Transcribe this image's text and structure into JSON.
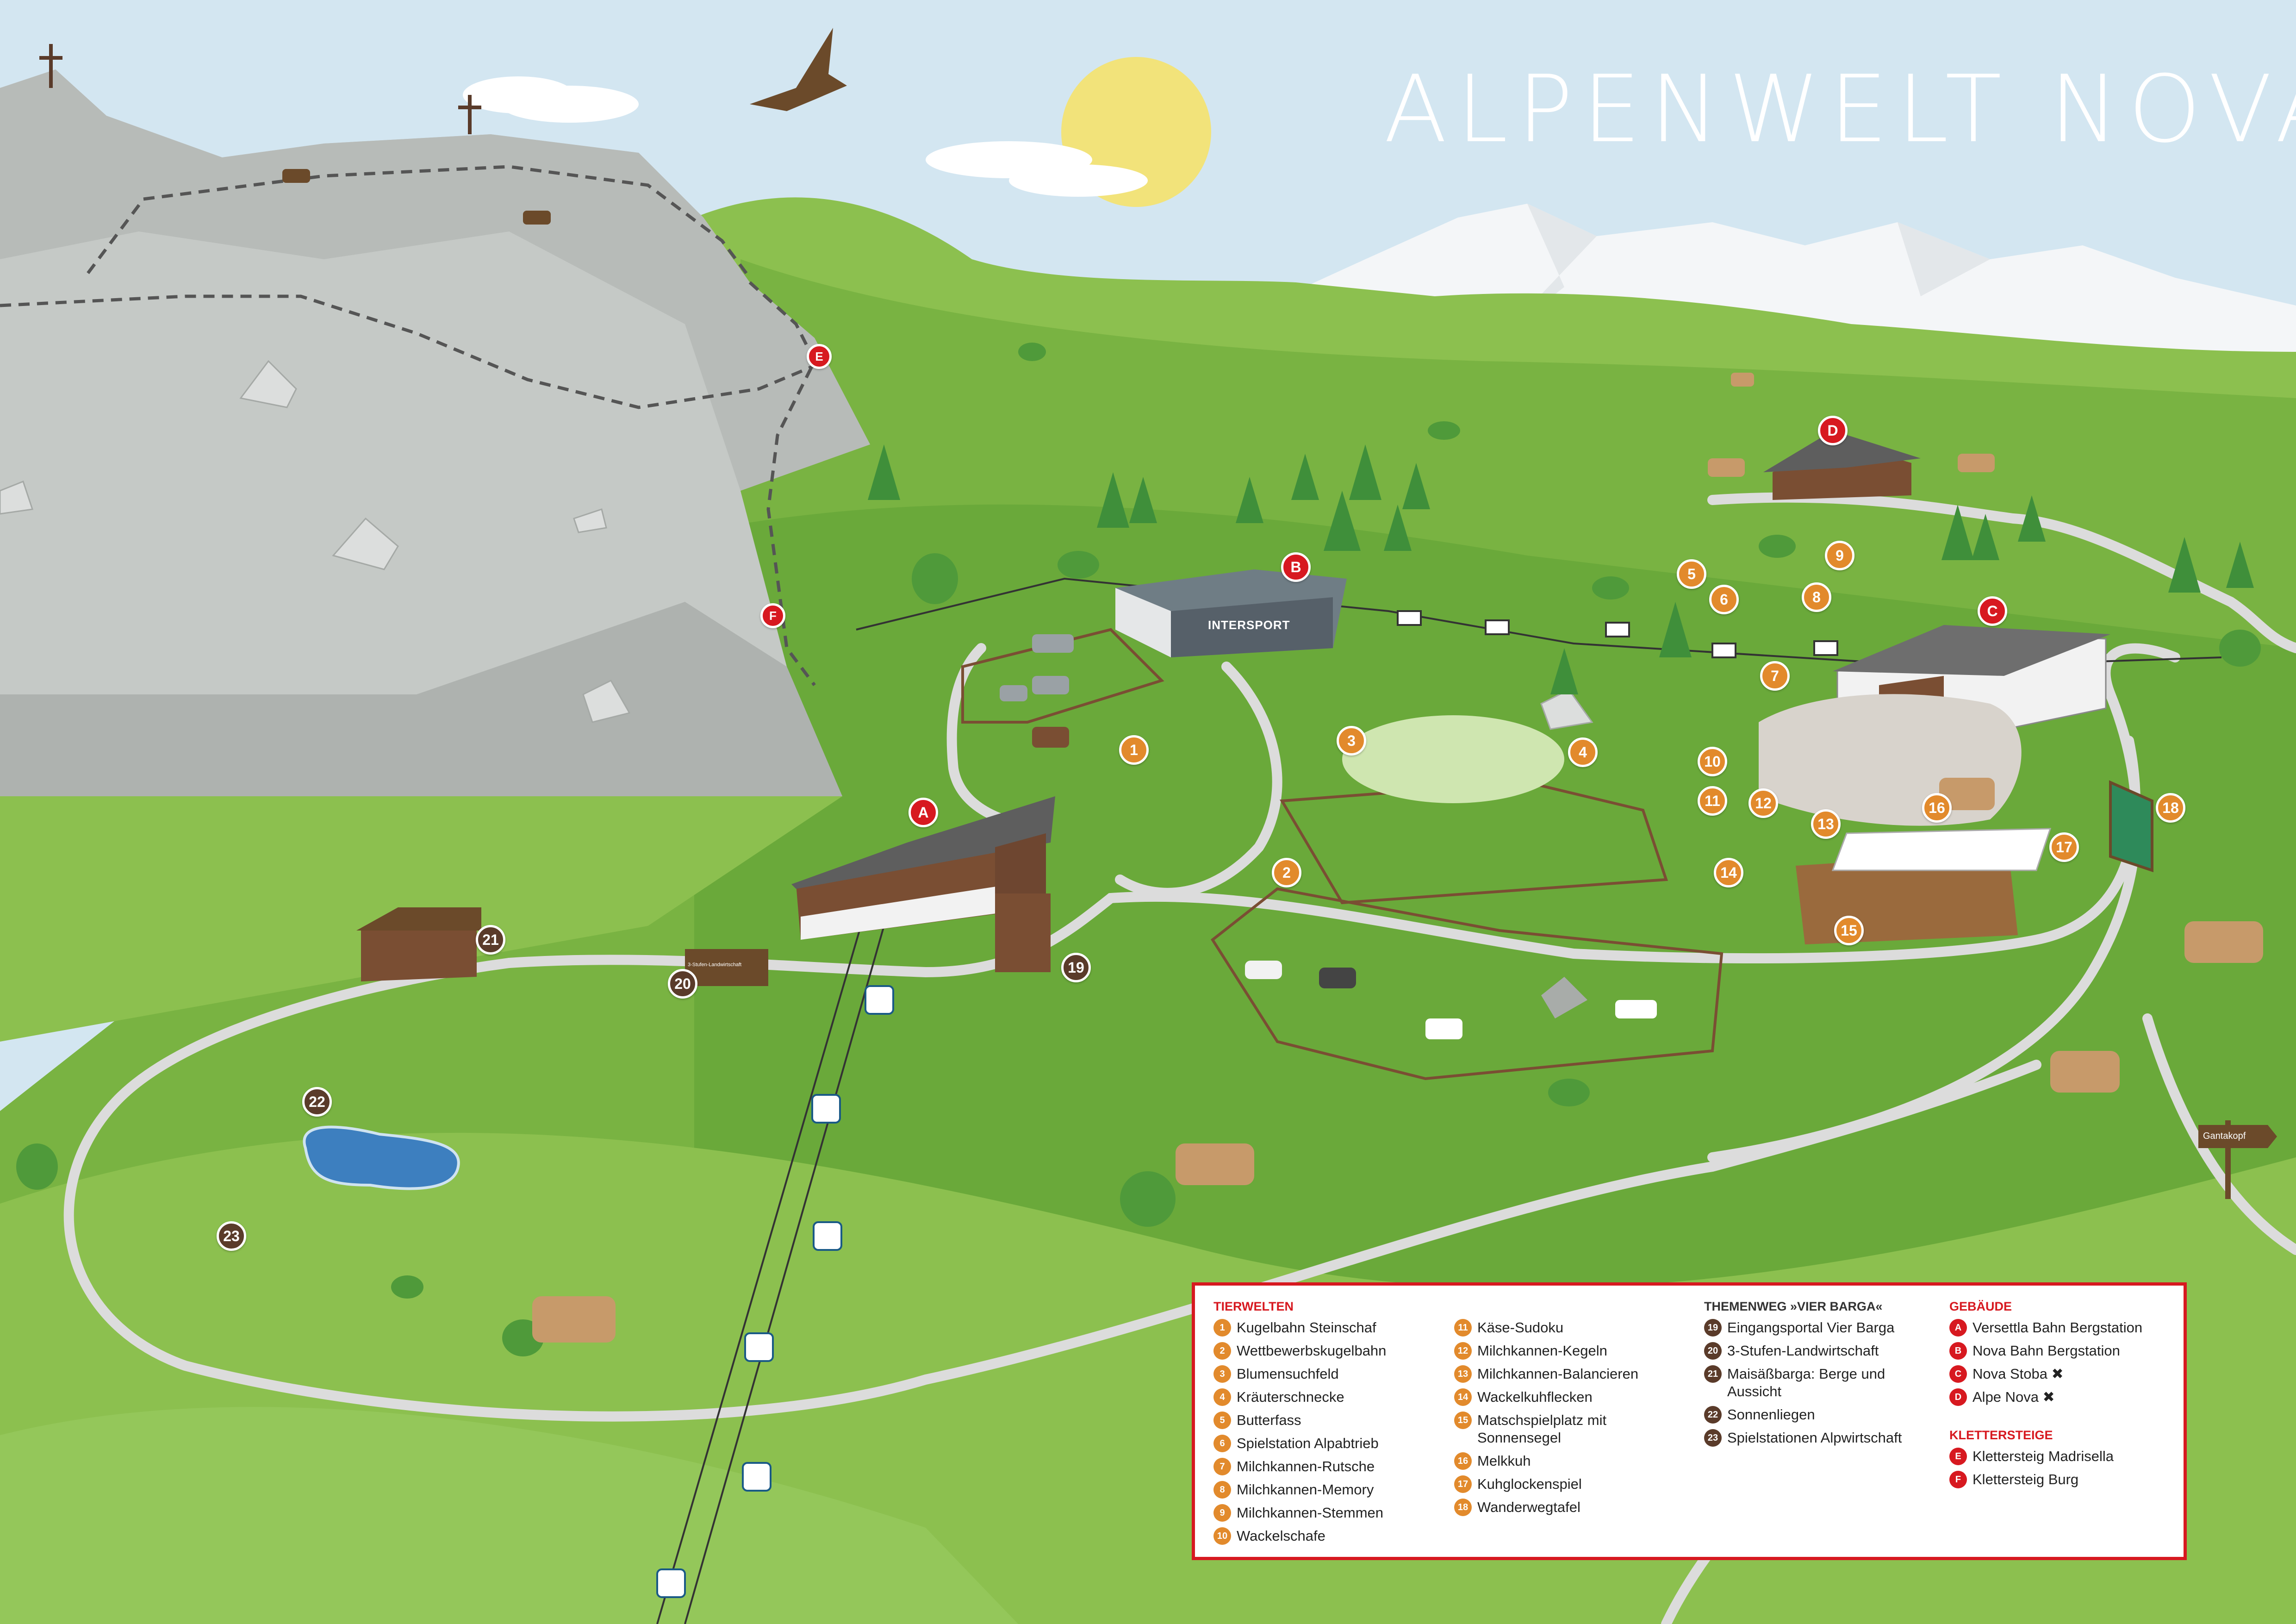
{
  "title": "ALPENWELT NOVA",
  "colors": {
    "sky": "#d3e6f1",
    "sun": "#f2e37a",
    "snow": "#f4f6f8",
    "rock": "#b8bcb9",
    "grass_light": "#8cc04f",
    "grass_mid": "#79b342",
    "grass_dark": "#5e9e2f",
    "path": "#dcdcdc",
    "orange_marker": "#e28a2c",
    "brown_marker": "#5a3b2a",
    "red_marker": "#d71920"
  },
  "map_labels": {
    "intersport": "INTERSPORT",
    "gantakopf": "Gantakopf",
    "sign_20": "3-Stufen-Landwirtschaft"
  },
  "markers": {
    "tierwelten": [
      "1",
      "2",
      "3",
      "4",
      "5",
      "6",
      "7",
      "8",
      "9",
      "10",
      "11",
      "12",
      "13",
      "14",
      "15",
      "16",
      "17",
      "18"
    ],
    "themenweg": [
      "19",
      "20",
      "21",
      "22",
      "23"
    ],
    "buildings": [
      "A",
      "B",
      "C",
      "D"
    ],
    "klettersteige": [
      "E",
      "F"
    ]
  },
  "legend": {
    "tierwelten_title": "TIERWELTEN",
    "tierwelten": [
      {
        "num": "1",
        "label": "Kugelbahn Steinschaf"
      },
      {
        "num": "2",
        "label": "Wettbewerbskugelbahn"
      },
      {
        "num": "3",
        "label": "Blumensuchfeld"
      },
      {
        "num": "4",
        "label": "Kräuterschnecke"
      },
      {
        "num": "5",
        "label": "Butterfass"
      },
      {
        "num": "6",
        "label": "Spielstation Alpabtrieb"
      },
      {
        "num": "7",
        "label": "Milchkannen-Rutsche"
      },
      {
        "num": "8",
        "label": "Milchkannen-Memory"
      },
      {
        "num": "9",
        "label": "Milchkannen-Stemmen"
      },
      {
        "num": "10",
        "label": "Wackelschafe"
      },
      {
        "num": "11",
        "label": "Käse-Sudoku"
      },
      {
        "num": "12",
        "label": "Milchkannen-Kegeln"
      },
      {
        "num": "13",
        "label": "Milchkannen-Balancieren"
      },
      {
        "num": "14",
        "label": "Wackelkuhflecken"
      },
      {
        "num": "15",
        "label": "Matschspielplatz mit Sonnensegel"
      },
      {
        "num": "16",
        "label": "Melkkuh"
      },
      {
        "num": "17",
        "label": "Kuhglockenspiel"
      },
      {
        "num": "18",
        "label": "Wanderwegtafel"
      }
    ],
    "themenweg_title": "THEMENWEG »VIER BARGA«",
    "themenweg": [
      {
        "num": "19",
        "label": "Eingangsportal Vier Barga"
      },
      {
        "num": "20",
        "label": "3-Stufen-Landwirtschaft"
      },
      {
        "num": "21",
        "label": "Maisäßbarga: Berge und Aussicht"
      },
      {
        "num": "22",
        "label": "Sonnenliegen"
      },
      {
        "num": "23",
        "label": "Spielstationen Alpwirtschaft"
      }
    ],
    "gebaeude_title": "GEBÄUDE",
    "gebaeude": [
      {
        "num": "A",
        "label": "Versettla Bahn Bergstation"
      },
      {
        "num": "B",
        "label": "Nova Bahn Bergstation"
      },
      {
        "num": "C",
        "label": "Nova Stoba ✖"
      },
      {
        "num": "D",
        "label": "Alpe Nova ✖"
      }
    ],
    "klettersteige_title": "KLETTERSTEIGE",
    "klettersteige": [
      {
        "num": "E",
        "label": "Klettersteig Madrisella"
      },
      {
        "num": "F",
        "label": "Klettersteig Burg"
      }
    ]
  }
}
